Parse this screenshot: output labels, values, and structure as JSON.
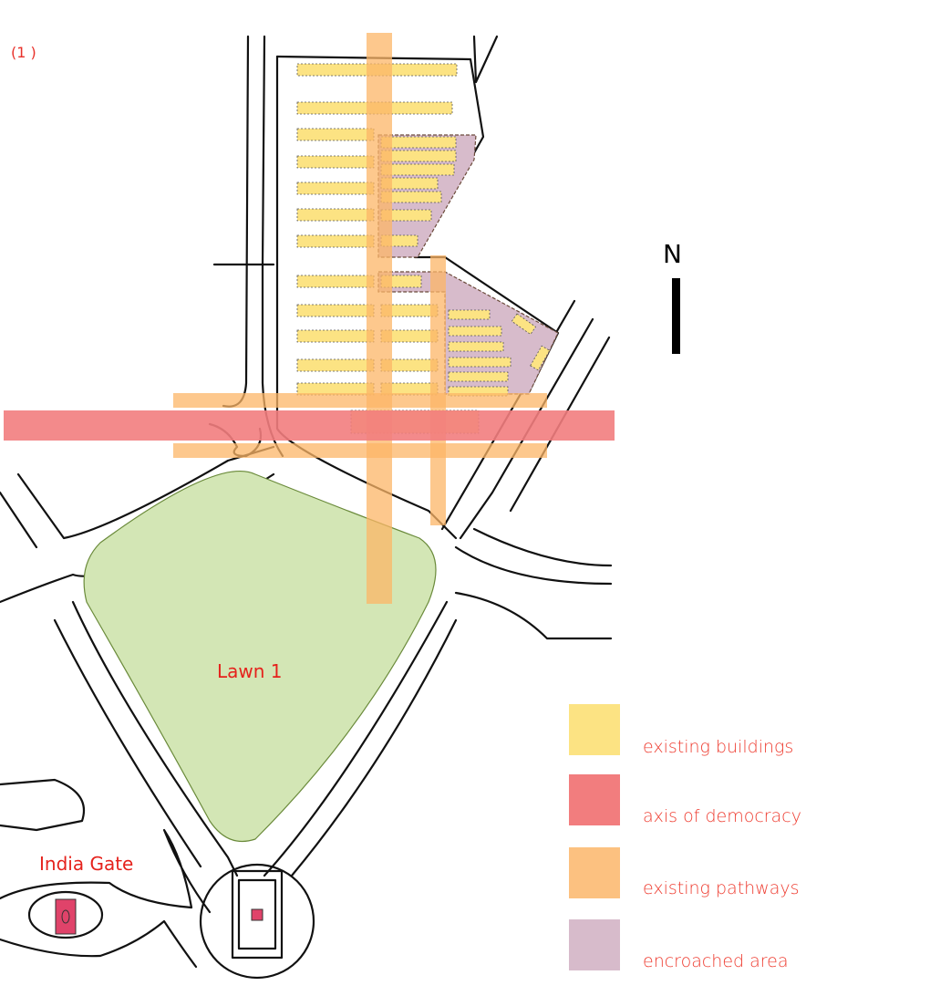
{
  "figure_number": "(1 )",
  "labels": {
    "lawn": "Lawn 1",
    "india_gate": "India Gate",
    "north": "N"
  },
  "legend": [
    {
      "label": "existing buildings",
      "color": "#fce383"
    },
    {
      "label": "axis of democracy",
      "color": "#f27d7e"
    },
    {
      "label": "existing pathways",
      "color": "#fcc180"
    },
    {
      "label": "encroached area",
      "color": "#d7bbcb"
    }
  ],
  "colors": {
    "lawn": "#d3e6b5",
    "monument": "#e0436a",
    "text": "#e8312a"
  }
}
